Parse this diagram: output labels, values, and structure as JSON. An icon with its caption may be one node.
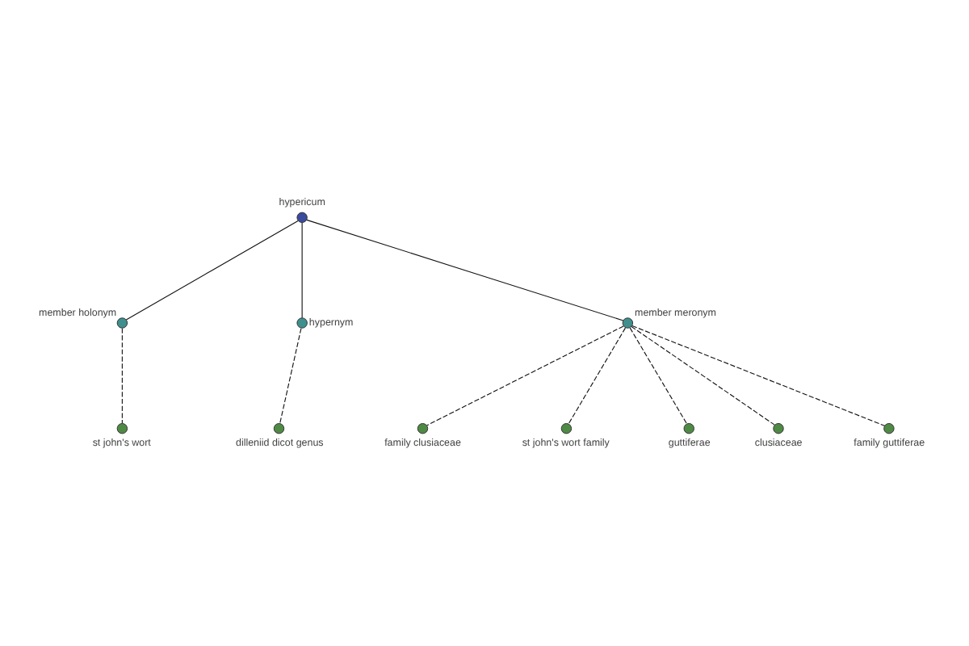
{
  "diagram": {
    "nodes": [
      {
        "text": [
          "st john's wort"
        ]
      },
      {
        "text": [
          "member holonym"
        ]
      },
      {
        "text": [
          "hypericum"
        ]
      },
      {
        "text": [
          "hypernym"
        ]
      },
      {
        "text": [
          "family clusiaceae"
        ]
      },
      {
        "text": [
          "member meronym"
        ]
      },
      {
        "text": [
          "st john's wort family"
        ]
      },
      {
        "text": [
          "dilleniid dicot genus"
        ]
      },
      {
        "text": [
          "guttiferae"
        ]
      },
      {
        "text": [
          "clusiaceae"
        ]
      },
      {
        "text": [
          "family guttiferae"
        ]
      }
    ],
    "edges": [
      {
        "from": 2,
        "to": 1,
        "arrow": "none"
      },
      {
        "from": 2,
        "to": 3,
        "arrow": "none"
      },
      {
        "from": 2,
        "to": 5,
        "arrow": "none"
      },
      {
        "from": 1,
        "to": 0,
        "arrow": "none",
        "style": "dashed"
      },
      {
        "from": 3,
        "to": 7,
        "arrow": "none",
        "style": "dashed"
      },
      {
        "from": 5,
        "to": 4,
        "arrow": "none",
        "style": "dashed"
      },
      {
        "from": 5,
        "to": 6,
        "arrow": "none",
        "style": "dashed"
      },
      {
        "from": 5,
        "to": 8,
        "arrow": "none",
        "style": "dashed"
      },
      {
        "from": 5,
        "to": 9,
        "arrow": "none",
        "style": "dashed"
      },
      {
        "from": 5,
        "to": 10,
        "arrow": "none",
        "style": "dashed"
      }
    ]
  }
}
